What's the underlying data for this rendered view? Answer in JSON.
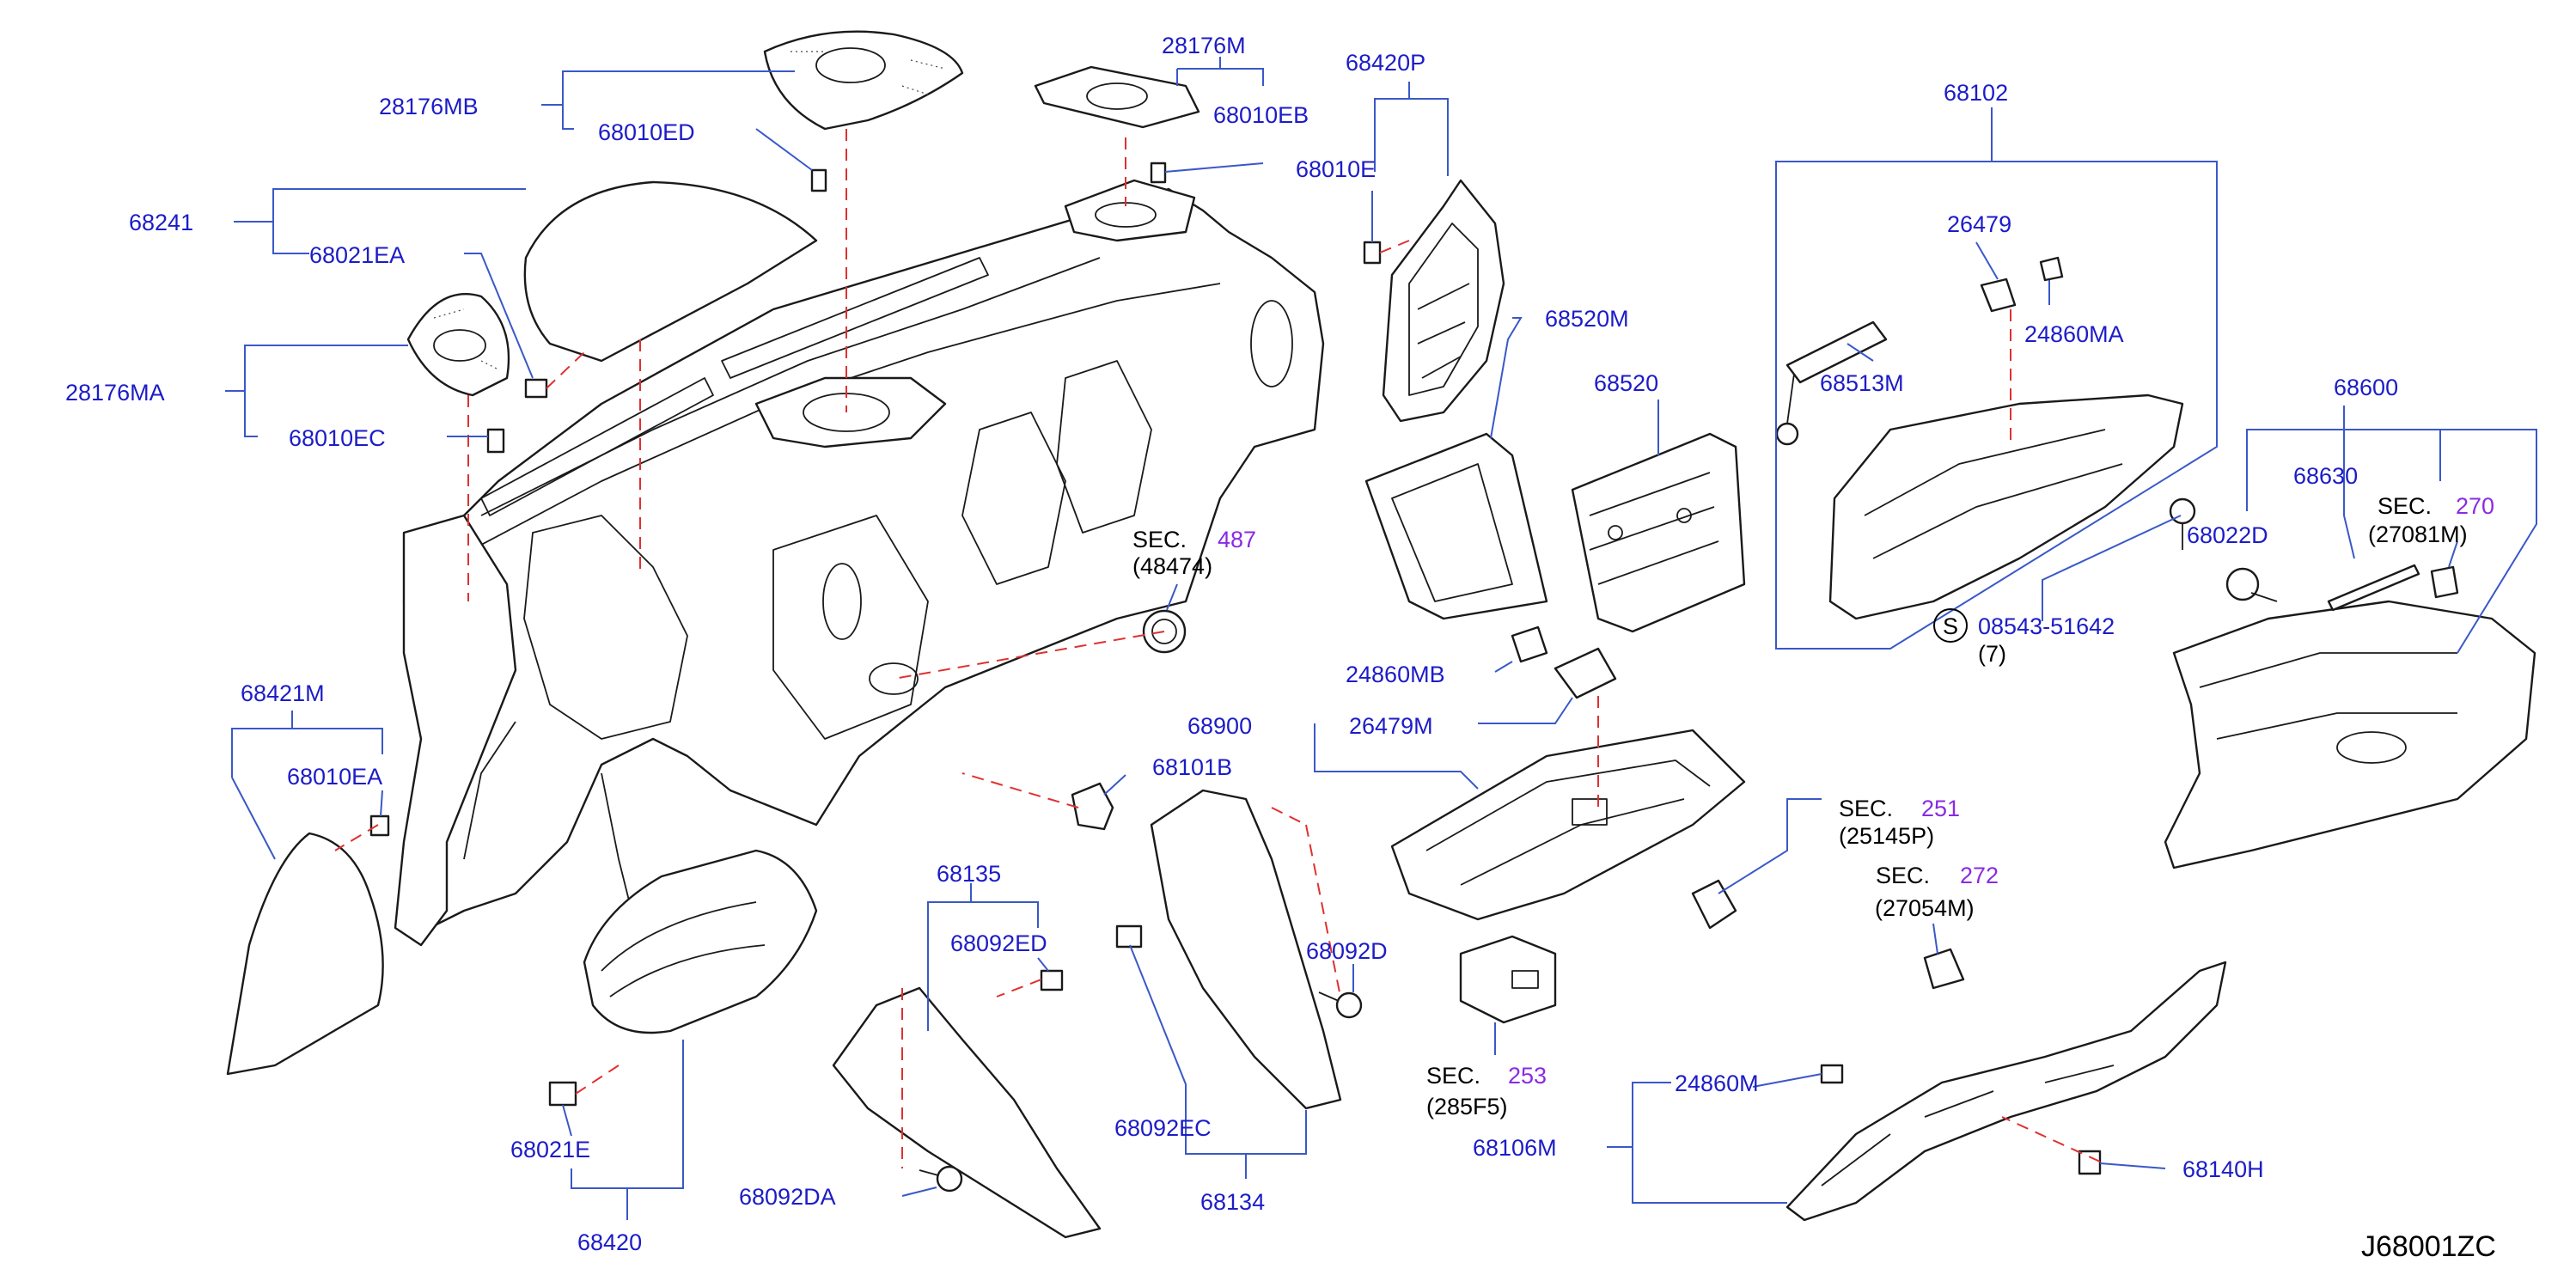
{
  "drawing_code": "J68001ZC",
  "colors": {
    "part_number": "#1c1cc8",
    "section_number": "#8a2be2",
    "leader": "#3a58c8",
    "hidden_line": "#e03030",
    "outline": "#1a1a1a"
  },
  "labels": {
    "p28176MB": "28176MB",
    "p68010ED": "68010ED",
    "p28176M": "28176M",
    "p68010EB": "68010EB",
    "p68420P": "68420P",
    "p68010E": "68010E",
    "p68241": "68241",
    "p68021EA": "68021EA",
    "p28176MA": "28176MA",
    "p68010EC": "68010EC",
    "p68520M": "68520M",
    "p68520": "68520",
    "p68102": "68102",
    "p26479": "26479",
    "p24860MA": "24860MA",
    "p68513M": "68513M",
    "p68600": "68600",
    "p68630": "68630",
    "p68022D": "68022D",
    "p08543": "08543-51642",
    "p08543_qty": "(7)",
    "p08543_symbol": "S",
    "p24860MB": "24860MB",
    "p26479M": "26479M",
    "p68900": "68900",
    "p68101B": "68101B",
    "p68421M": "68421M",
    "p68010EA": "68010EA",
    "p68135": "68135",
    "p68092ED": "68092ED",
    "p68092D": "68092D",
    "p68092EC": "68092EC",
    "p68134": "68134",
    "p68092DA": "68092DA",
    "p68021E": "68021E",
    "p68420": "68420",
    "p24860M": "24860M",
    "p68106M": "68106M",
    "p68140H": "68140H"
  },
  "sections": [
    {
      "prefix": "SEC.",
      "number": "487",
      "ref": "(48474)"
    },
    {
      "prefix": "SEC.",
      "number": "270",
      "ref": "(27081M)"
    },
    {
      "prefix": "SEC.",
      "number": "251",
      "ref": "(25145P)"
    },
    {
      "prefix": "SEC.",
      "number": "272",
      "ref": "(27054M)"
    },
    {
      "prefix": "SEC.",
      "number": "253",
      "ref": "(285F5)"
    }
  ]
}
